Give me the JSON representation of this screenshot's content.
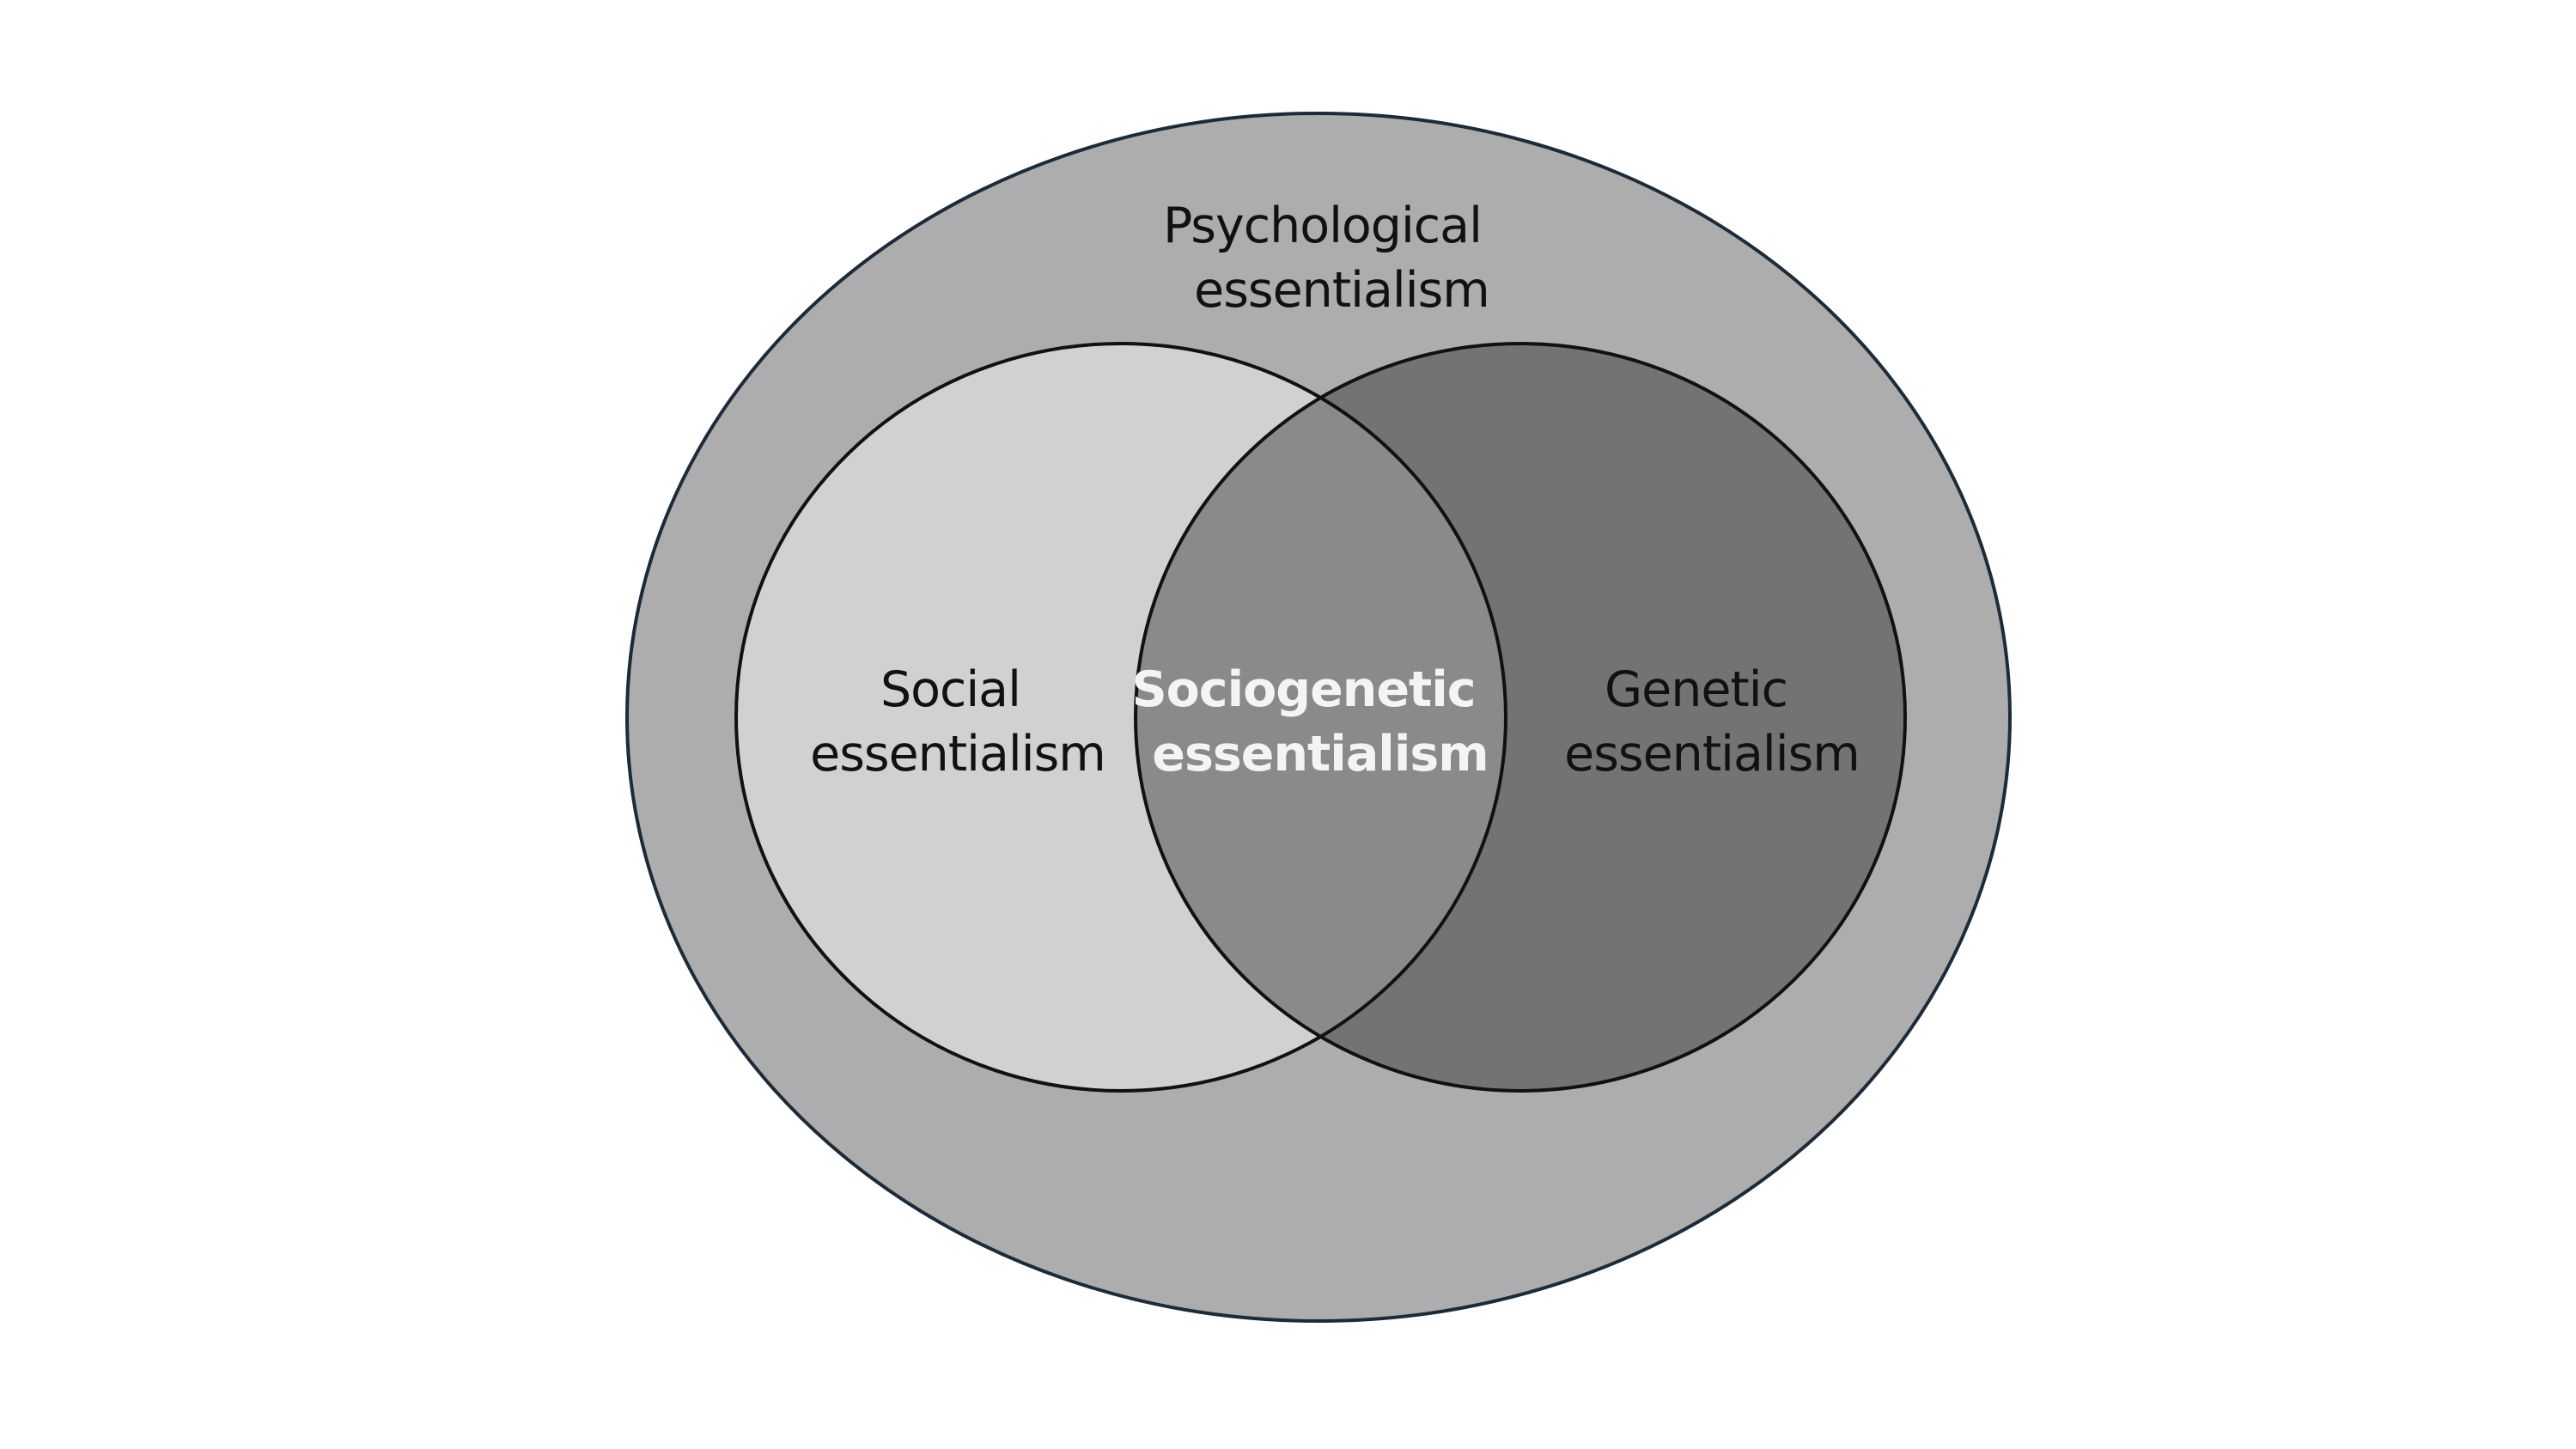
{
  "diagram": {
    "outer_label": [
      "Psychological",
      "essentialism"
    ],
    "left_label": [
      "Social",
      "essentialism"
    ],
    "right_label": [
      "Genetic",
      "essentialism"
    ],
    "overlap_label": [
      "Sociogenetic",
      "essentialism"
    ]
  },
  "colors": {
    "background": "#ffffff",
    "outer_fill": "#adadad",
    "outer_stroke": "#1c2b3a",
    "left_fill": "#d1d1d1",
    "right_fill": "#737373",
    "overlap_fill": "#8a8a8a",
    "circle_stroke": "#111111",
    "label_dark": "#111111",
    "label_light": "#f4f4f4"
  }
}
